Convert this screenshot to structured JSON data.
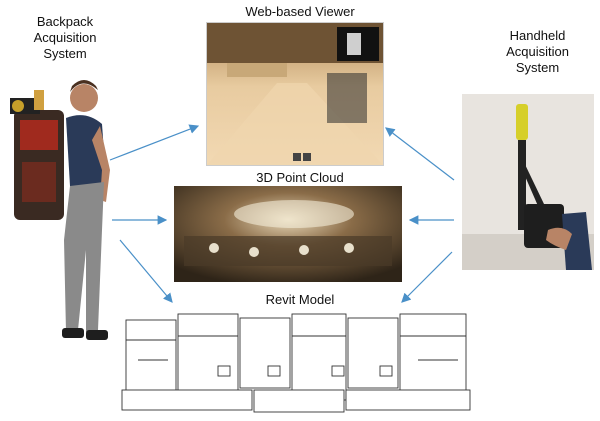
{
  "labels": {
    "backpack_line1": "Backpack",
    "backpack_line2": "Acquisition",
    "backpack_line3": "System",
    "handheld_line1": "Handheld",
    "handheld_line2": "Acquisition",
    "handheld_line3": "System",
    "web_viewer": "Web-based Viewer",
    "point_cloud": "3D Point Cloud",
    "revit_model": "Revit Model"
  },
  "colors": {
    "arrow": "#4a90c8",
    "floor_tile": "#d9b88a",
    "ballroom": "#5a4632",
    "wall": "#e8e4df",
    "outline": "#333333"
  }
}
